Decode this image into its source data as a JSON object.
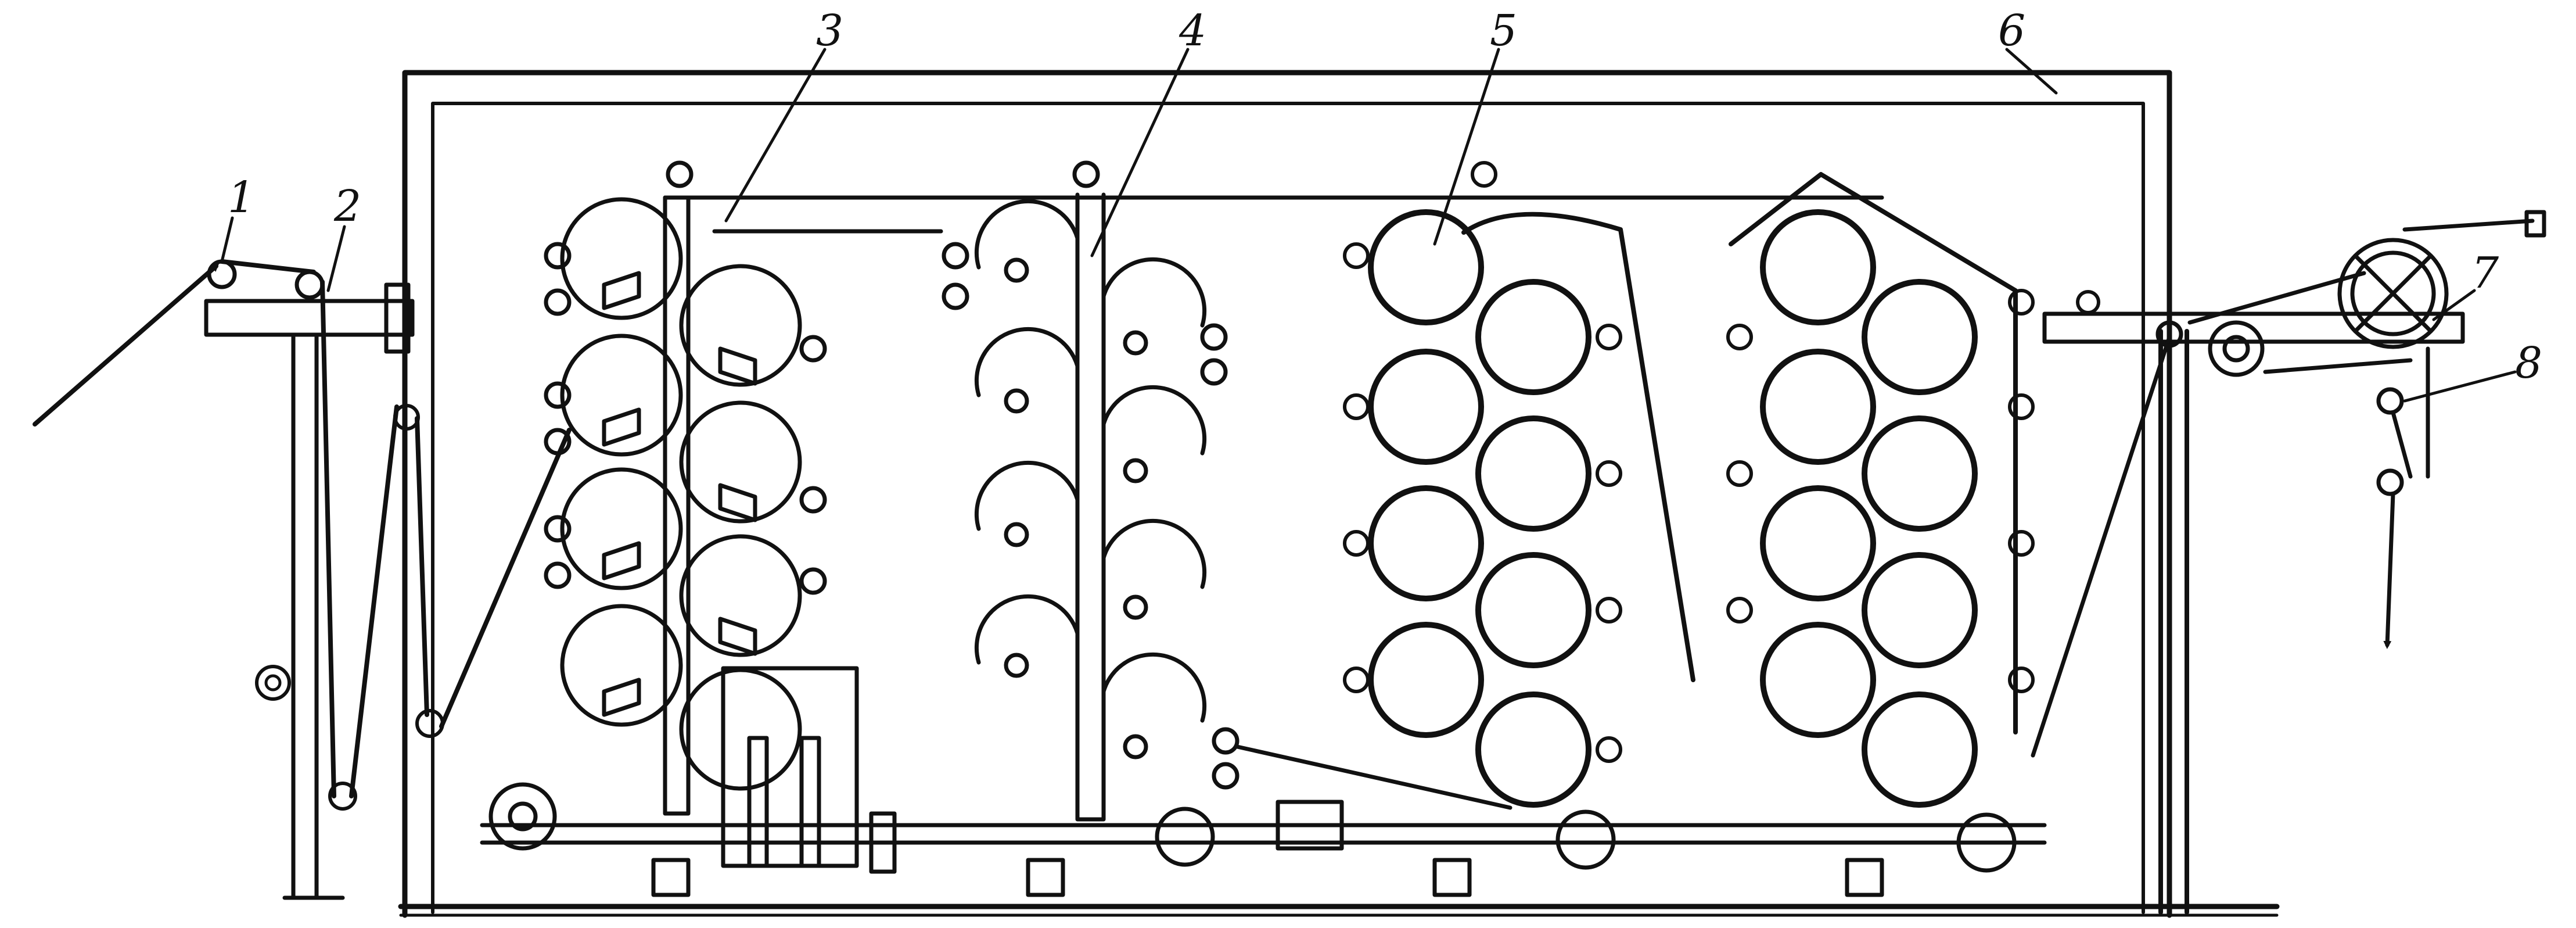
{
  "colors": {
    "ink": "#111111",
    "paper": "#ffffff"
  },
  "diagram": {
    "callouts": [
      {
        "id": "c1",
        "text": "1"
      },
      {
        "id": "c2",
        "text": "2"
      },
      {
        "id": "c3",
        "text": "3"
      },
      {
        "id": "c4",
        "text": "4"
      },
      {
        "id": "c5",
        "text": "5"
      },
      {
        "id": "c6",
        "text": "6"
      },
      {
        "id": "c7",
        "text": "7"
      },
      {
        "id": "c8",
        "text": "8"
      }
    ]
  }
}
